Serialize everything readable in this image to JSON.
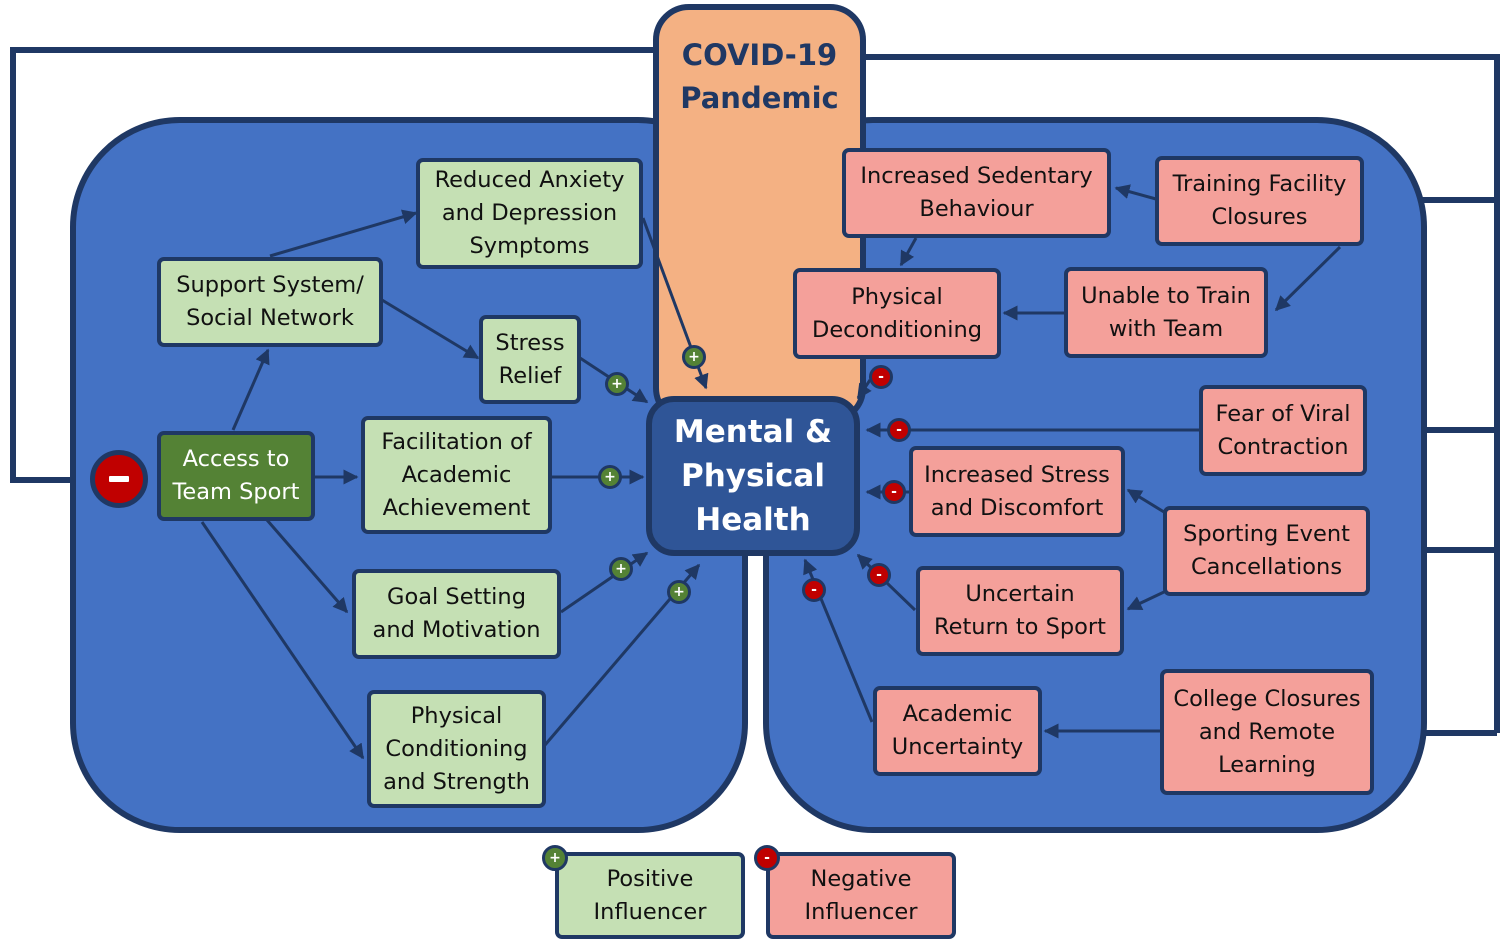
{
  "title": "COVID-19\nPandemic",
  "center": "Mental &\nPhysical\nHealth",
  "access": "Access to\nTeam Sport",
  "positive_factors": {
    "reduced_anxiety": "Reduced Anxiety\nand Depression\nSymptoms",
    "support_system": "Support System/\nSocial Network",
    "stress_relief": "Stress\nRelief",
    "academic": "Facilitation of\nAcademic\nAchievement",
    "goal_setting": "Goal Setting\nand Motivation",
    "conditioning": "Physical\nConditioning\nand Strength"
  },
  "negative_factors": {
    "sedentary": "Increased Sedentary\nBehaviour",
    "facility": "Training Facility\nClosures",
    "deconditioning": "Physical\nDeconditioning",
    "unable_train": "Unable to Train\nwith Team",
    "viral": "Fear of Viral\nContraction",
    "stress": "Increased Stress\nand Discomfort",
    "cancellations": "Sporting Event\nCancellations",
    "uncertain_return": "Uncertain\nReturn to Sport",
    "academic_uncertainty": "Academic\nUncertainty",
    "college": "College Closures\nand Remote\nLearning"
  },
  "legend": {
    "positive": "Positive\nInfluencer",
    "negative": "Negative\nInfluencer"
  },
  "colors": {
    "panel": "#4472c4",
    "outline": "#1f3864",
    "positive_fill": "#c5e0b4",
    "negative_fill": "#f4a09a",
    "access_fill": "#548235",
    "covid_fill": "#f4b183",
    "center_fill": "#2f5597",
    "plus_badge": "#548235",
    "minus_badge": "#c00000"
  }
}
